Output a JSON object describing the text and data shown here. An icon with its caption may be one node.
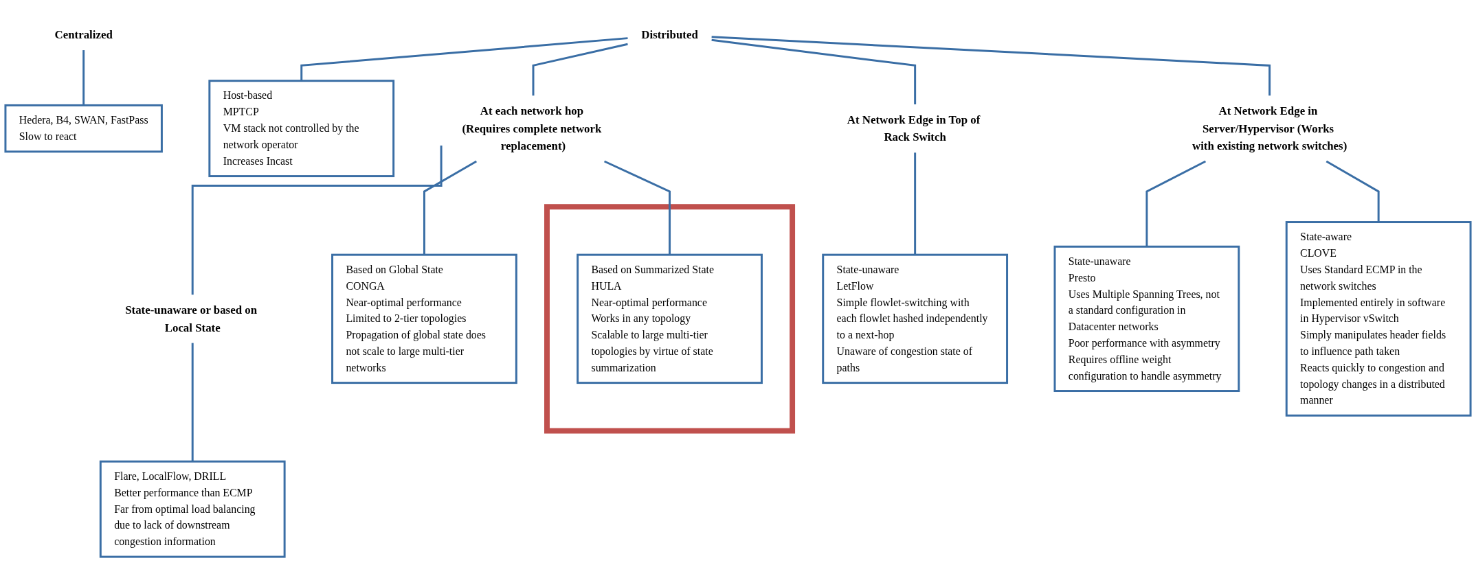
{
  "diagram": {
    "nodes": [
      {
        "text": [
          "Centralized"
        ]
      },
      {
        "text": [
          "Distributed"
        ]
      },
      {
        "text": [
          "Hedera, B4, SWAN, FastPass",
          "Slow to react"
        ]
      },
      {
        "text": [
          "Host-based",
          "MPTCP",
          "VM stack not controlled by the network operator",
          "Increases Incast"
        ]
      },
      {
        "text": [
          "At each network hop (Requires complete network replacement)"
        ]
      },
      {
        "text": [
          "State-unaware or based on Local State"
        ]
      },
      {
        "text": [
          "Flare, LocalFlow, DRILL",
          "Better performance than ECMP",
          "Far from optimal load balancing due to lack of downstream congestion information"
        ]
      },
      {
        "text": [
          "Based on Global State",
          "CONGA",
          "Near-optimal performance",
          "Limited to 2-tier topologies",
          "Propagation of global state does not scale to large multi-tier networks"
        ]
      },
      {
        "text": [],
        "shape": "box"
      },
      {
        "text": [
          "Based on Summarized State",
          "HULA",
          "Near-optimal performance",
          "Works in any topology",
          "Scalable to large multi-tier topologies by virtue of state summarization"
        ],
        "in": 8
      },
      {
        "text": [
          "At Network Edge in Top of Rack Switch"
        ]
      },
      {
        "text": [
          "State-unaware",
          "LetFlow",
          "Simple flowlet-switching with each flowlet hashed independently to a next-hop",
          "Unaware of congestion state of paths"
        ]
      },
      {
        "text": [
          "At Network Edge in Server/Hypervisor (Works with existing network switches)"
        ]
      },
      {
        "text": [
          "State-unaware",
          "Presto",
          "Uses Multiple Spanning Trees, not a standard configuration in Datacenter networks",
          "Poor performance with asymmetry",
          "Requires offline weight configuration to handle asymmetry"
        ]
      },
      {
        "text": [
          "State-aware",
          "CLOVE",
          "Uses Standard ECMP in the network switches",
          "Implemented entirely in software in Hypervisor vSwitch",
          "Simply manipulates header fields to influence path taken",
          "Reacts quickly to congestion and topology changes in a distributed manner"
        ]
      }
    ],
    "edges": [
      {
        "from": 0,
        "to": 2,
        "arrow": "none"
      },
      {
        "from": 1,
        "to": 3,
        "arrow": "none"
      },
      {
        "from": 1,
        "to": 4,
        "arrow": "none"
      },
      {
        "from": 1,
        "to": 10,
        "arrow": "none"
      },
      {
        "from": 1,
        "to": 12,
        "arrow": "none"
      },
      {
        "from": 4,
        "to": 5,
        "arrow": "none"
      },
      {
        "from": 4,
        "to": 7,
        "arrow": "none"
      },
      {
        "from": 4,
        "to": 9,
        "arrow": "none"
      },
      {
        "from": 5,
        "to": 6,
        "arrow": "none"
      },
      {
        "from": 10,
        "to": 11,
        "arrow": "none"
      },
      {
        "from": 12,
        "to": 13,
        "arrow": "none"
      },
      {
        "from": 12,
        "to": 14,
        "arrow": "none"
      }
    ]
  }
}
